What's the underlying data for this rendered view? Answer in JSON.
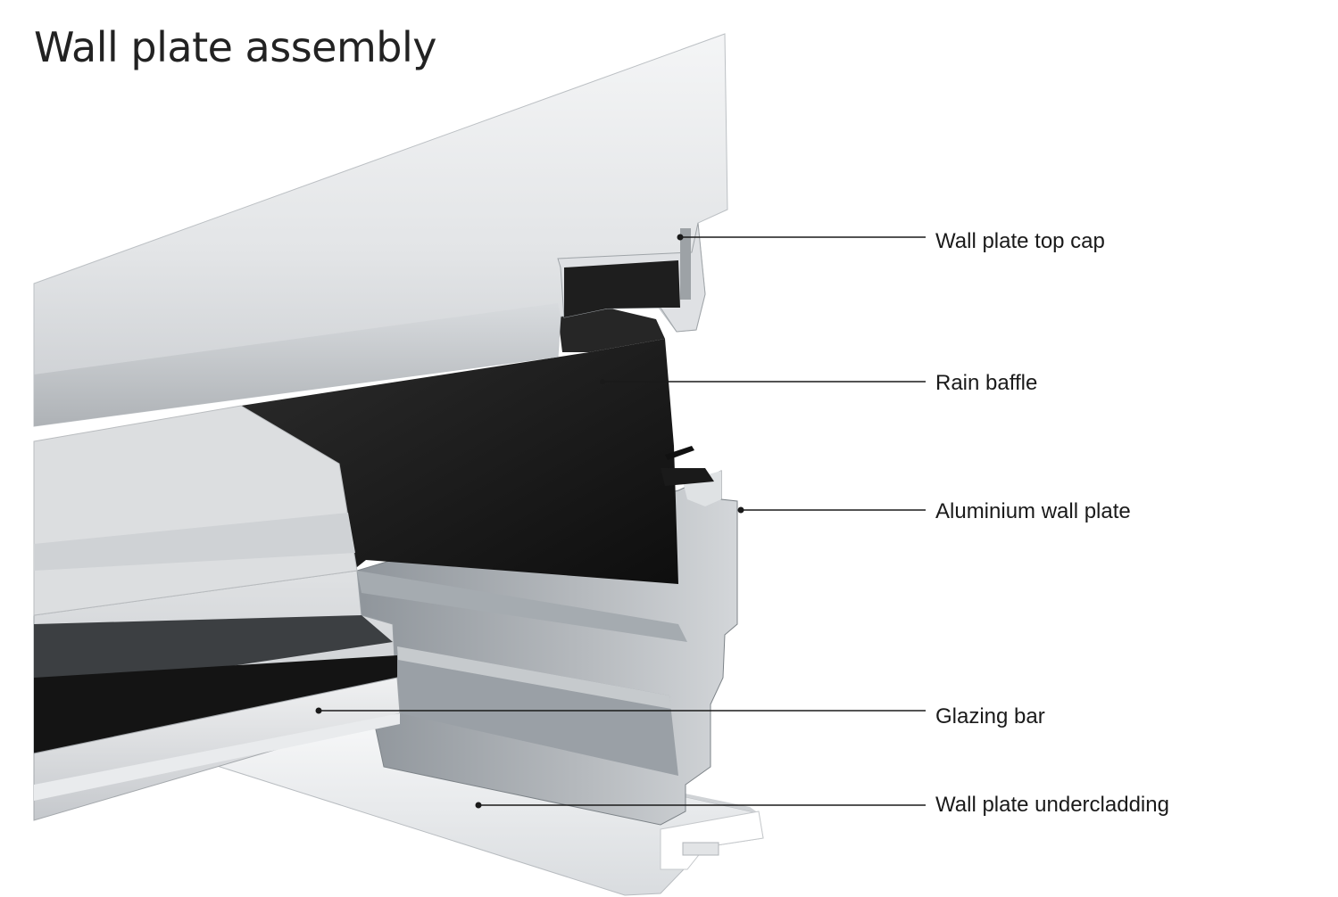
{
  "title": "Wall plate assembly",
  "colors": {
    "leader_line": "#1a1a1a",
    "label_text": "#1a1a1a",
    "top_cap": "#e6e8ea",
    "rain_baffle": "#1c1c1c",
    "wall_plate": "#b9bdc1",
    "glazing_bar": "#d4d7da",
    "undercladding": "#eceeef",
    "gasket": "#2a2a2a"
  },
  "callouts": [
    {
      "id": "top-cap",
      "label": "Wall plate top cap"
    },
    {
      "id": "rain-baffle",
      "label": "Rain baffle"
    },
    {
      "id": "aluminium-wall-plate",
      "label": "Aluminium wall plate"
    },
    {
      "id": "glazing-bar",
      "label": "Glazing bar"
    },
    {
      "id": "undercladding",
      "label": "Wall plate undercladding"
    }
  ]
}
